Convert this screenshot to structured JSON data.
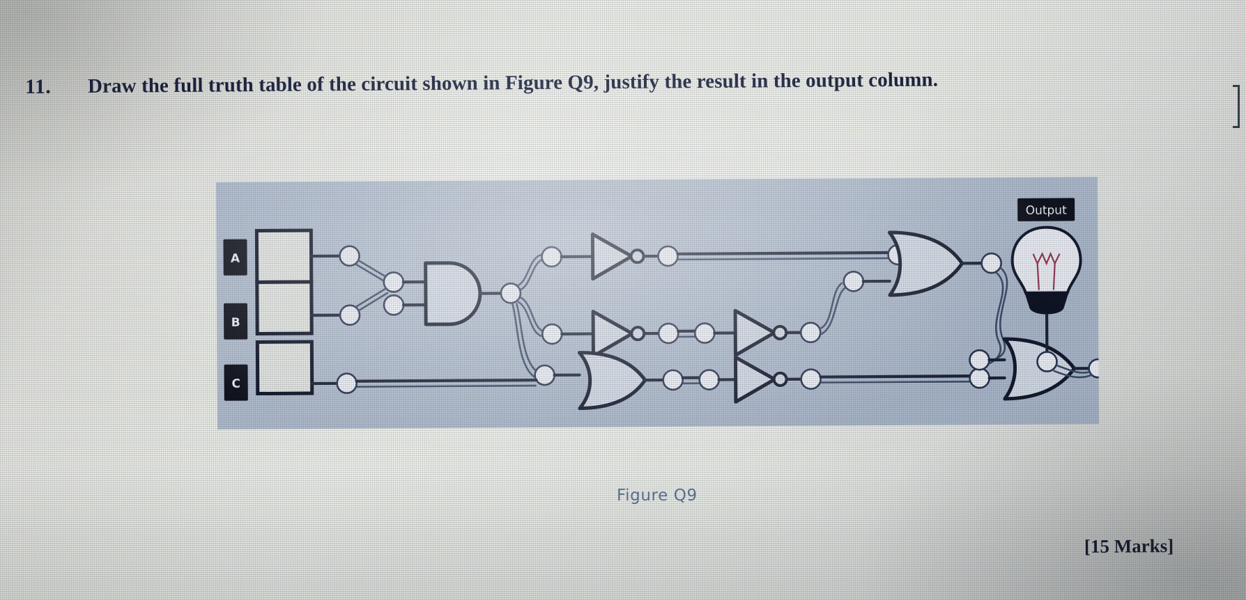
{
  "question": {
    "number": "11.",
    "text": "Draw the full truth table of the circuit shown in Figure Q9, justify the result in the output column.",
    "marks": "[15 Marks]"
  },
  "figure": {
    "caption": "Figure Q9",
    "output_label": "Output",
    "inputs": [
      {
        "label": "A"
      },
      {
        "label": "B"
      },
      {
        "label": "C"
      }
    ],
    "gates": [
      {
        "id": "and1",
        "type": "AND",
        "inputs": [
          "A",
          "B"
        ]
      },
      {
        "id": "not1",
        "type": "NOT",
        "inputs": [
          "and1"
        ]
      },
      {
        "id": "not2",
        "type": "NOT",
        "inputs": [
          "and1"
        ]
      },
      {
        "id": "or1",
        "type": "OR",
        "inputs": [
          "and1",
          "C"
        ]
      },
      {
        "id": "not3",
        "type": "NOT",
        "inputs": [
          "not2"
        ]
      },
      {
        "id": "not4",
        "type": "NOT",
        "inputs": [
          "or1"
        ]
      },
      {
        "id": "or2",
        "type": "OR",
        "inputs": [
          "not1",
          "not3"
        ]
      },
      {
        "id": "or3",
        "type": "OR",
        "inputs": [
          "or2",
          "not4"
        ]
      }
    ],
    "output": {
      "type": "lamp",
      "driven_by": "or3"
    }
  },
  "colors": {
    "panel_background": "#acb9cc",
    "page_background": "#e9ebe6",
    "ink": "#1d2440",
    "caption": "#5e7596",
    "wire": "#1b2238",
    "gate_fill": "#cfd7e2",
    "tag_background": "#11141f"
  }
}
